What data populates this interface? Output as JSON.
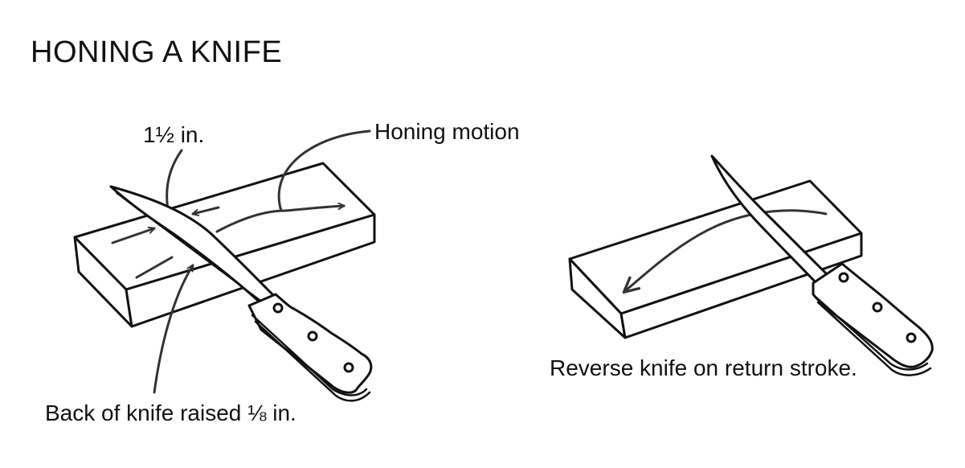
{
  "title": "HONING A KNIFE",
  "labels": {
    "blade_width": "1½ in.",
    "honing_motion": "Honing motion",
    "back_raised": "Back of knife raised ⅛ in.",
    "reverse": "Reverse knife on return stroke."
  },
  "colors": {
    "ink": "#111111",
    "background": "#ffffff"
  }
}
